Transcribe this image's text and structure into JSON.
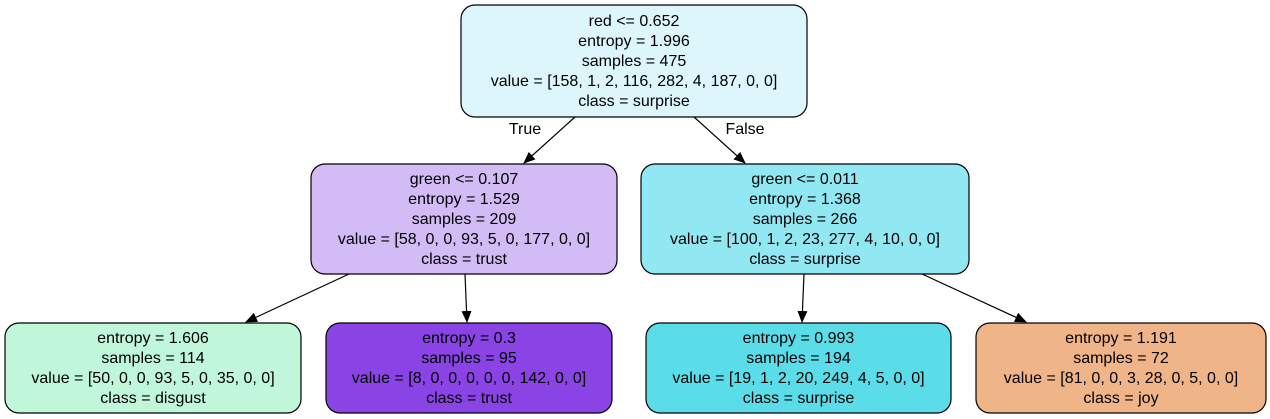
{
  "tree": {
    "nodes": [
      {
        "id": "root",
        "lines": [
          "red <= 0.652",
          "entropy = 1.996",
          "samples = 475",
          "value = [158, 1, 2, 116, 282, 4, 187, 0, 0]",
          "class = surprise"
        ],
        "fill": "#dcf6fb"
      },
      {
        "id": "left",
        "lines": [
          "green <= 0.107",
          "entropy = 1.529",
          "samples = 209",
          "value = [58, 0, 0, 93, 5, 0, 177, 0, 0]",
          "class = trust"
        ],
        "fill": "#d3bbf6"
      },
      {
        "id": "right",
        "lines": [
          "green <= 0.011",
          "entropy = 1.368",
          "samples = 266",
          "value = [100, 1, 2, 23, 277, 4, 10, 0, 0]",
          "class = surprise"
        ],
        "fill": "#92e8f2"
      },
      {
        "id": "leaf1",
        "lines": [
          "entropy = 1.606",
          "samples = 114",
          "value = [50, 0, 0, 93, 5, 0, 35, 0, 0]",
          "class = disgust"
        ],
        "fill": "#c0f6d9"
      },
      {
        "id": "leaf2",
        "lines": [
          "entropy = 0.3",
          "samples = 95",
          "value = [8, 0, 0, 0, 0, 0, 142, 0, 0]",
          "class = trust"
        ],
        "fill": "#8a44e6"
      },
      {
        "id": "leaf3",
        "lines": [
          "entropy = 0.993",
          "samples = 194",
          "value = [19, 1, 2, 20, 249, 4, 5, 0, 0]",
          "class = surprise"
        ],
        "fill": "#5bdde9"
      },
      {
        "id": "leaf4",
        "lines": [
          "entropy = 1.191",
          "samples = 72",
          "value = [81, 0, 0, 3, 28, 0, 5, 0, 0]",
          "class = joy"
        ],
        "fill": "#f0b489"
      }
    ],
    "edges": [
      {
        "from": "root",
        "to": "left",
        "label": "True"
      },
      {
        "from": "root",
        "to": "right",
        "label": "False"
      },
      {
        "from": "left",
        "to": "leaf1",
        "label": ""
      },
      {
        "from": "left",
        "to": "leaf2",
        "label": ""
      },
      {
        "from": "right",
        "to": "leaf3",
        "label": ""
      },
      {
        "from": "right",
        "to": "leaf4",
        "label": ""
      }
    ]
  }
}
